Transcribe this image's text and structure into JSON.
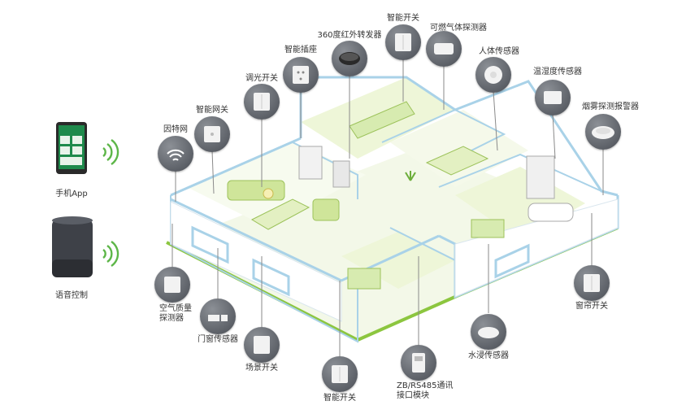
{
  "app": {
    "label": "手机App"
  },
  "voice": {
    "label": "语音控制"
  },
  "devices": {
    "internet": "因特网",
    "gateway": "智能网关",
    "dimmer": "调光开关",
    "socket": "智能插座",
    "ir_remote": "360度红外转发器",
    "switch_top": "智能开关",
    "gas_detector": "可燃气体探测器",
    "body_sensor": "人体传感器",
    "temp_humidity": "温湿度传感器",
    "smoke_alarm": "烟雾探测报警器",
    "curtain_switch": "窗帘开关",
    "water_sensor": "水浸传感器",
    "comm_module_line1": "ZB/RS485通讯",
    "comm_module_line2": "接口模块",
    "switch_bottom": "智能开关",
    "scene_switch": "场景开关",
    "door_sensor": "门窗传感器",
    "air_quality_line1": "空气质量",
    "air_quality_line2": "探测器"
  },
  "colors": {
    "wall_blue": "#a9d2e8",
    "floor_green": "#8cc63f",
    "room_green": "#e6f2c8",
    "device_gray": "#5d6168",
    "wifi_green": "#5db648"
  }
}
